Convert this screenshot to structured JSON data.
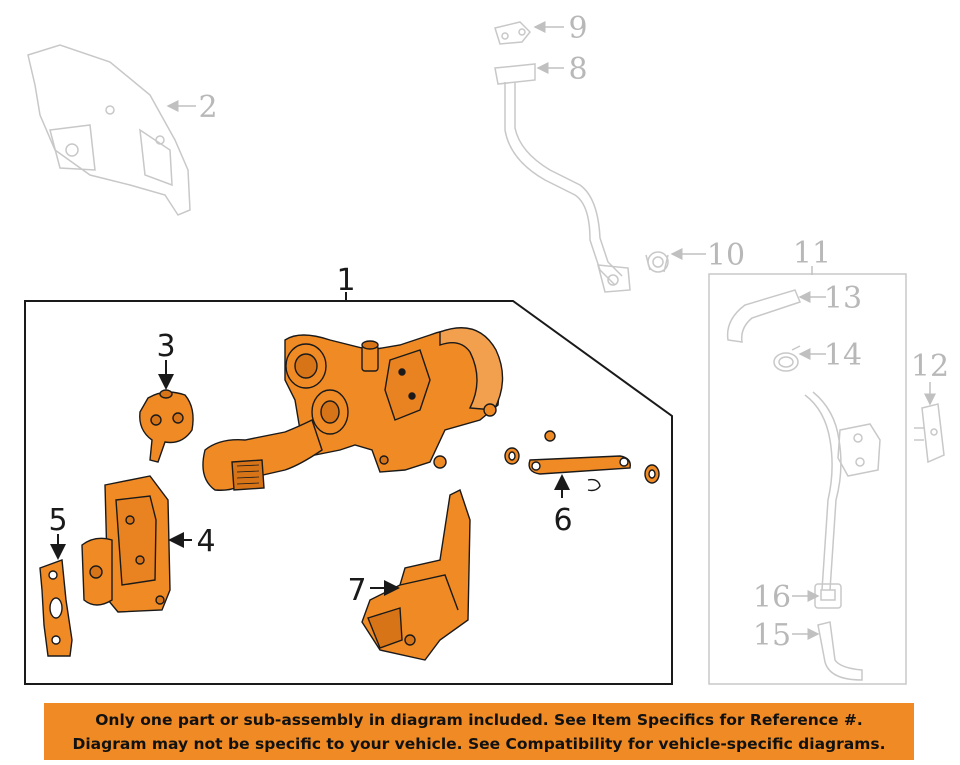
{
  "callouts": {
    "c1": "1",
    "c2": "2",
    "c3": "3",
    "c4": "4",
    "c5": "5",
    "c6": "6",
    "c7": "7",
    "c8": "8",
    "c9": "9",
    "c10": "10",
    "c11": "11",
    "c12": "12",
    "c13": "13",
    "c14": "14",
    "c15": "15",
    "c16": "16"
  },
  "disclaimer": {
    "line1": "Only one part or sub-assembly in diagram included. See Item Specifics for Reference #.",
    "line2": "Diagram may not be specific to your vehicle. See Compatibility for vehicle-specific diagrams."
  },
  "colors": {
    "highlight": "#f08a24",
    "ghost_line": "#c8c8c8",
    "ink": "#1a1a1a"
  }
}
